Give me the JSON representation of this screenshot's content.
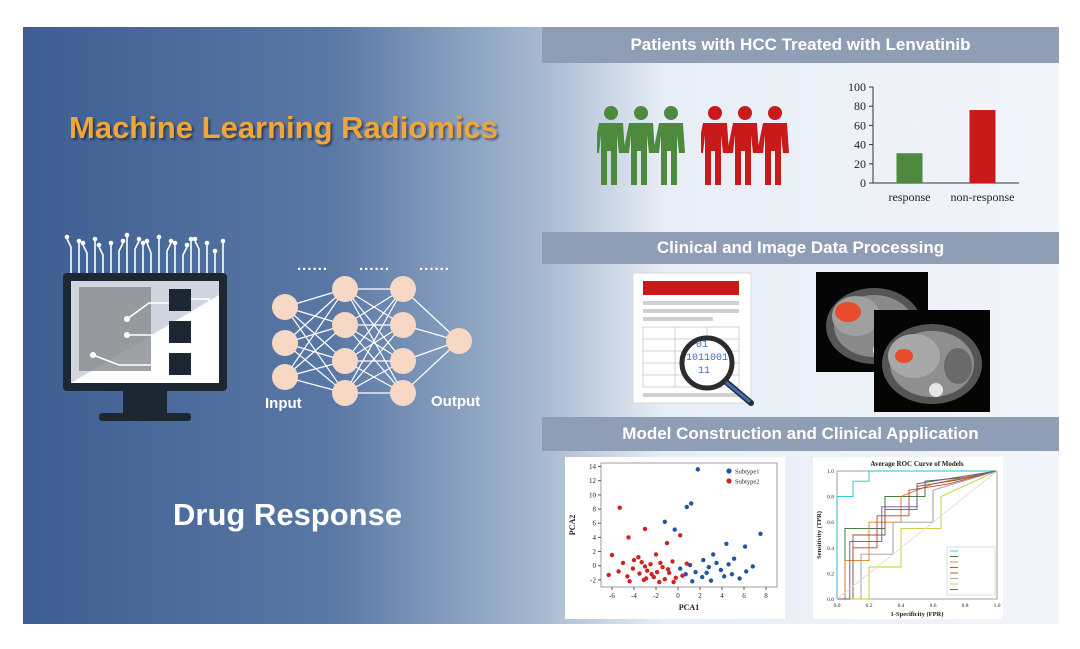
{
  "left": {
    "title": "Machine Learning Radiomics",
    "subtitle": "Drug Response",
    "nn_input_label": "Input",
    "nn_output_label": "Output",
    "nn_dots": [
      "......",
      "......",
      "......"
    ]
  },
  "sections": {
    "s1_title": "Patients with HCC Treated with Lenvatinib",
    "s2_title": "Clinical and Image Data Processing",
    "s3_title": "Model Construction and Clinical Application"
  },
  "colors": {
    "response": "#4e8a3e",
    "non_response": "#c91a1a",
    "banner": "#8f9db5",
    "title": "#f0a63b"
  },
  "icons": [
    "people-group-icon",
    "monitor-icon",
    "document-icon",
    "magnifier-icon",
    "ct-scan-icon"
  ],
  "magnifier_text": [
    "01",
    "1011001",
    "11"
  ],
  "chart_data": [
    {
      "type": "bar",
      "categories": [
        "response",
        "non-response"
      ],
      "values": [
        31,
        76
      ],
      "ylim": [
        0,
        100
      ],
      "yticks": [
        0,
        20,
        40,
        60,
        80,
        100
      ],
      "colors": [
        "#4e8a3e",
        "#c91a1a"
      ]
    },
    {
      "type": "scatter",
      "xlabel": "PCA1",
      "ylabel": "PCA2",
      "xlim": [
        -7,
        9
      ],
      "ylim": [
        -3,
        14.5
      ],
      "xticks": [
        -6,
        -4,
        -2,
        0,
        2,
        4,
        6,
        8
      ],
      "yticks": [
        -2,
        0,
        2,
        4,
        6,
        8,
        10,
        12,
        14
      ],
      "legend_position": "top-right",
      "series": [
        {
          "name": "Subtype1",
          "color": "#1f57a5",
          "points": [
            [
              1.8,
              13.6
            ],
            [
              1.2,
              8.8
            ],
            [
              0.8,
              8.3
            ],
            [
              -0.3,
              5.1
            ],
            [
              -1.2,
              6.2
            ],
            [
              7.5,
              4.5
            ],
            [
              4.4,
              3.1
            ],
            [
              6.1,
              2.7
            ],
            [
              3.2,
              1.6
            ],
            [
              5.1,
              1.0
            ],
            [
              2.3,
              0.8
            ],
            [
              3.5,
              0.4
            ],
            [
              4.6,
              0.2
            ],
            [
              1.1,
              0.1
            ],
            [
              2.8,
              -0.2
            ],
            [
              6.8,
              -0.1
            ],
            [
              3.9,
              -0.6
            ],
            [
              1.6,
              -0.9
            ],
            [
              4.9,
              -1.2
            ],
            [
              2.2,
              -1.6
            ],
            [
              0.7,
              -1.2
            ],
            [
              5.6,
              -1.8
            ],
            [
              3.0,
              -2.1
            ],
            [
              1.3,
              -2.2
            ],
            [
              0.2,
              -0.4
            ],
            [
              6.2,
              -0.8
            ],
            [
              2.6,
              -1.0
            ],
            [
              4.2,
              -1.5
            ]
          ]
        },
        {
          "name": "Subtype2",
          "color": "#d42121",
          "points": [
            [
              -5.3,
              8.2
            ],
            [
              -3.0,
              5.2
            ],
            [
              -4.5,
              4.0
            ],
            [
              -1.0,
              3.2
            ],
            [
              0.2,
              4.3
            ],
            [
              -6.0,
              1.5
            ],
            [
              -3.6,
              1.2
            ],
            [
              -2.0,
              1.6
            ],
            [
              -5.0,
              0.4
            ],
            [
              -2.5,
              0.2
            ],
            [
              -3.0,
              -0.1
            ],
            [
              -4.1,
              -0.4
            ],
            [
              -1.4,
              -0.2
            ],
            [
              -0.5,
              0.6
            ],
            [
              0.8,
              0.3
            ],
            [
              -2.8,
              -0.7
            ],
            [
              -3.5,
              -1.1
            ],
            [
              -1.9,
              -0.9
            ],
            [
              -0.8,
              -1.0
            ],
            [
              -4.6,
              -1.5
            ],
            [
              -2.2,
              -1.6
            ],
            [
              -1.2,
              -1.9
            ],
            [
              -3.1,
              -2.0
            ],
            [
              -0.2,
              -1.7
            ],
            [
              -5.4,
              -0.8
            ],
            [
              -1.6,
              0.4
            ],
            [
              -2.4,
              -1.2
            ],
            [
              -4.0,
              0.8
            ],
            [
              -0.9,
              -0.5
            ],
            [
              -3.3,
              0.5
            ],
            [
              -1.7,
              -2.3
            ],
            [
              0.4,
              -1.4
            ],
            [
              -2.9,
              -1.8
            ],
            [
              -4.4,
              -2.2
            ],
            [
              -6.3,
              -1.3
            ],
            [
              -0.4,
              -2.3
            ]
          ]
        }
      ]
    },
    {
      "type": "line",
      "title": "Average ROC Curve of Models",
      "xlabel": "1-Specificity (FPR)",
      "ylabel": "Sensitivity (TPR)",
      "xlim": [
        0,
        1
      ],
      "ylim": [
        0,
        1
      ],
      "xticks": [
        0,
        0.2,
        0.4,
        0.6,
        0.8,
        1.0
      ],
      "yticks": [
        0,
        0.2,
        0.4,
        0.6,
        0.8,
        1.0
      ],
      "legend_position": "bottom-right",
      "series": [
        {
          "color": "#19c4c9",
          "x": [
            0,
            0,
            0.1,
            0.1,
            0.2,
            0.2,
            1
          ],
          "y": [
            0,
            0.8,
            0.8,
            0.92,
            0.92,
            1,
            1
          ]
        },
        {
          "color": "#2f6b2f",
          "x": [
            0,
            0.05,
            0.05,
            0.3,
            0.3,
            0.55,
            0.55,
            0.8,
            1
          ],
          "y": [
            0,
            0,
            0.55,
            0.55,
            0.8,
            0.8,
            0.92,
            0.95,
            1
          ]
        },
        {
          "color": "#e07a20",
          "x": [
            0,
            0.05,
            0.05,
            0.2,
            0.2,
            0.4,
            0.4,
            0.6,
            1
          ],
          "y": [
            0,
            0,
            0.3,
            0.3,
            0.6,
            0.6,
            0.8,
            0.9,
            1
          ]
        },
        {
          "color": "#c23b3b",
          "x": [
            0,
            0.1,
            0.1,
            0.25,
            0.25,
            0.45,
            0.45,
            0.7,
            1
          ],
          "y": [
            0,
            0,
            0.4,
            0.4,
            0.65,
            0.65,
            0.85,
            0.9,
            1
          ]
        },
        {
          "color": "#8b5a2b",
          "x": [
            0,
            0.1,
            0.1,
            0.3,
            0.3,
            0.5,
            0.5,
            0.75,
            1
          ],
          "y": [
            0,
            0,
            0.5,
            0.5,
            0.7,
            0.7,
            0.88,
            0.93,
            1
          ]
        },
        {
          "color": "#9a9a9a",
          "x": [
            0,
            0.15,
            0.15,
            0.35,
            0.35,
            0.6,
            0.6,
            1
          ],
          "y": [
            0,
            0,
            0.35,
            0.35,
            0.6,
            0.6,
            0.85,
            1
          ]
        },
        {
          "color": "#c9c92a",
          "x": [
            0,
            0.2,
            0.2,
            0.4,
            0.4,
            0.65,
            0.65,
            1
          ],
          "y": [
            0,
            0,
            0.25,
            0.25,
            0.55,
            0.55,
            0.8,
            1
          ]
        },
        {
          "color": "#6b4fa0",
          "x": [
            0,
            0.08,
            0.08,
            0.28,
            0.28,
            0.5,
            0.5,
            0.8,
            1
          ],
          "y": [
            0,
            0,
            0.45,
            0.45,
            0.72,
            0.72,
            0.9,
            0.96,
            1
          ]
        },
        {
          "color": "#dcdcdc",
          "x": [
            0,
            1
          ],
          "y": [
            0,
            1
          ]
        }
      ]
    }
  ]
}
